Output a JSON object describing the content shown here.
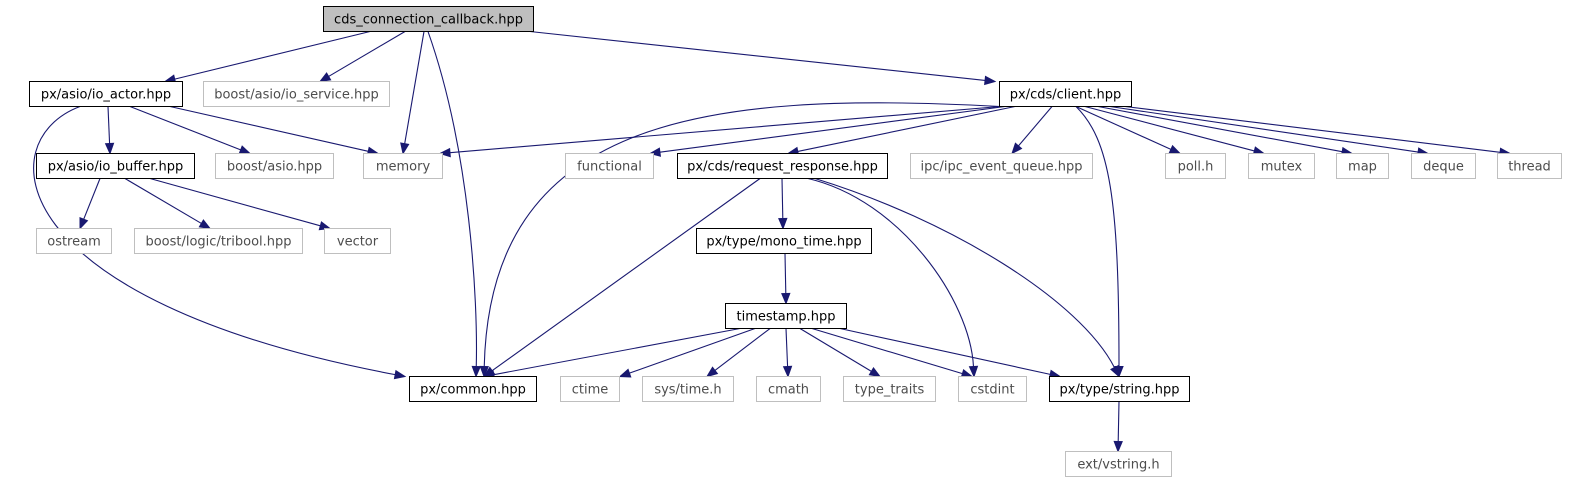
{
  "nodes": {
    "root": "cds_connection_callback.hpp",
    "io_actor": "px/asio/io_actor.hpp",
    "io_service": "boost/asio/io_service.hpp",
    "client": "px/cds/client.hpp",
    "io_buffer": "px/asio/io_buffer.hpp",
    "boost_asio": "boost/asio.hpp",
    "memory": "memory",
    "functional": "functional",
    "request_response": "px/cds/request_response.hpp",
    "ipc_event_queue": "ipc/ipc_event_queue.hpp",
    "poll": "poll.h",
    "mutex": "mutex",
    "map": "map",
    "deque": "deque",
    "thread": "thread",
    "ostream": "ostream",
    "tribool": "boost/logic/tribool.hpp",
    "vector": "vector",
    "mono_time": "px/type/mono_time.hpp",
    "timestamp": "timestamp.hpp",
    "common": "px/common.hpp",
    "ctime": "ctime",
    "sys_time": "sys/time.h",
    "cmath": "cmath",
    "type_traits": "type_traits",
    "cstdint": "cstdint",
    "type_string": "px/type/string.hpp",
    "vstring": "ext/vstring.h"
  },
  "colors": {
    "edge": "#191970",
    "root_fill": "#bfbfbf",
    "documented_border": "#000000",
    "external_border": "#bfbfbf",
    "external_text": "#4d4d4d"
  }
}
